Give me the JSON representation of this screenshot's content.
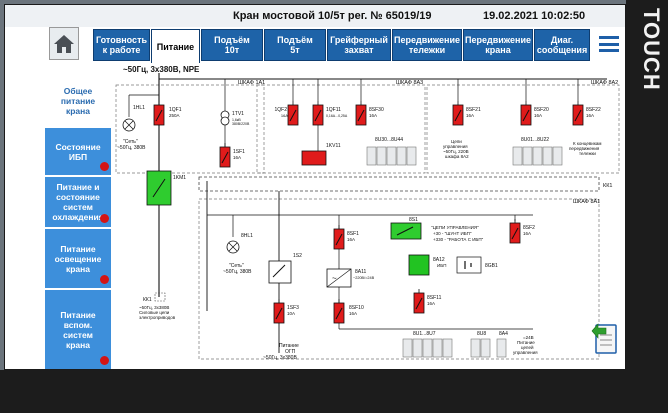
{
  "brand": "TOUCH",
  "header": {
    "title": "Кран мостовой 10/5т  рег. № 65019/19",
    "datetime": "19.02.2021  10:02:50"
  },
  "tabs": [
    {
      "label": "Готовность\nк работе",
      "active": false
    },
    {
      "label": "Питание",
      "active": true
    },
    {
      "label": "Подъём\n10т",
      "active": false
    },
    {
      "label": "Подъём\n5т",
      "active": false
    },
    {
      "label": "Грейферный\nзахват",
      "active": false
    },
    {
      "label": "Передвижение\nтележки",
      "active": false
    },
    {
      "label": "Передвижение\nкрана",
      "active": false
    },
    {
      "label": "Диаг.\nсообщения",
      "active": false
    }
  ],
  "supply_label": "~50Гц, 3х380В, NPE",
  "sidebar": [
    {
      "label": "Общее\nпитание\nкрана",
      "active": true,
      "alarm": false
    },
    {
      "label": "Состояние\nИБП",
      "active": false,
      "alarm": true
    },
    {
      "label": "Питание и\nсостояние\nсистем\nохлаждения",
      "active": false,
      "alarm": true
    },
    {
      "label": "Питание\nосвещение\nкрана",
      "active": false,
      "alarm": true
    },
    {
      "label": "Питание\nвспом.\nсистем\nкрана",
      "active": false,
      "alarm": true
    }
  ],
  "diagram": {
    "cabinets": {
      "a1": "ШКАФ 1А1",
      "a3": "ШКАФ 8А3",
      "a2": "ШКАФ 8А2",
      "a1b": "ШКАФ 8А1"
    },
    "devices": {
      "hl1": "1HL1",
      "hl1_note": "\"Сеть\"\n~50Гц, 380В",
      "qf1": "1QF1",
      "qf1_rating": "250A",
      "tv1": "1TV1",
      "tv1_note": "1,6кВ\n380В/220В",
      "sf1": "1SF1",
      "sf1_rating": "16A",
      "km1": "1KM1",
      "qf2": "1QF2",
      "qf2_rating": "16A",
      "qf11": "1QF11",
      "qf11_rating": "0,16A...0,25A",
      "kv11": "1KV11",
      "bsf30": "8SF30",
      "bsf30_rating": "16A",
      "bu30": "8U30...8U44",
      "bsf21": "8SF21",
      "bsf21_rating": "16A",
      "bsf21_note": "Цепи\nуправления\n~50Гц, 220В\nшкафа 8А2",
      "bsf20": "8SF20",
      "bsf20_rating": "16A",
      "bu01": "8U01...8U22",
      "bsf22": "8SF22",
      "bsf22_rating": "16A",
      "bsf22_note": "К концевикам\nпередвижения\nтележки",
      "kk1": "КК1",
      "bsf1": "8SF1",
      "bsf1_rating": "16A",
      "hl1b": "8HL1",
      "hl1b_note": "\"Сеть\"\n~50Гц, 380В",
      "s2": "1S2",
      "sf3": "1SF3",
      "sf3_rating": "10A",
      "ogp_note": "Питание\nОГП\n~50Гц, 3х380В",
      "a11": "8A11",
      "a11_note": "~220В/=24В",
      "sf10": "8SF10",
      "sf10_rating": "16A",
      "s1": "8S1",
      "s1_note": "\"ЦЕПИ УПРАВЛЕНИЯ\"\n+30 - \"ШУНТ ИБП\"\n+330 - \"РАБОТА С ИБП\"",
      "a12": "8A12",
      "a12_note": "ИБП",
      "gb1": "8GB1",
      "sf2": "8SF2",
      "sf2_rating": "16A",
      "sf11": "8SF11",
      "sf11_rating": "16A",
      "u07": "8U1...8U7",
      "u8": "8U8",
      "a4": "8A4",
      "dc_note": "=24В\nПитание\nцепей\nуправления",
      "kk1_bottom": "КК1",
      "kk1_bottom_note": "~50Гц, 3х380В\nСиловые цепи\nэлектроприводов"
    }
  },
  "colors": {
    "tab": "#1e63a8",
    "sidebar": "#3d8fdb",
    "breaker": "#e01b1b",
    "contactor_on": "#2fcc2f",
    "alarm": "#d41414"
  }
}
